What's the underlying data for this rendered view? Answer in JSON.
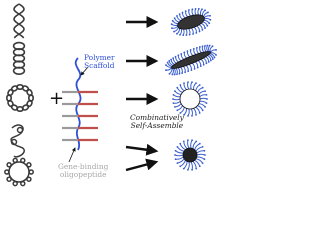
{
  "labels": {
    "scaffold_line1": "Polymer",
    "scaffold_line2": "Scaffold",
    "combo_line1": "Combinatively",
    "combo_line2": "Self-Assemble",
    "peptide_line1": "Gene-binding",
    "peptide_line2": "oligopeptide"
  },
  "plus_sign": "+",
  "colors": {
    "dna": "#3a3a3a",
    "scaffold": "#2f4fd6",
    "peptide_red": "#c0504d",
    "peptide_gray": "#9a9a9a",
    "arrow": "#111111",
    "corona": "#3a5fd0"
  }
}
